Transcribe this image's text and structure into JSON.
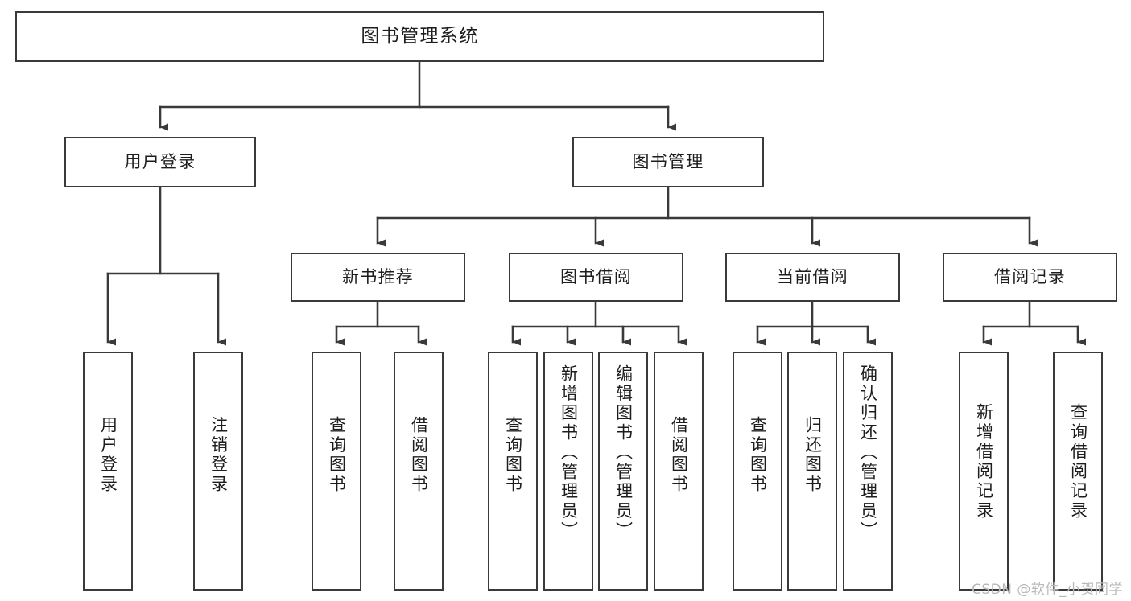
{
  "diagram": {
    "title": "图书管理系统",
    "type": "tree",
    "watermark": "CSDN @软件_小贺同学",
    "colors": {
      "box_border": "#3a3a3a",
      "box_fill": "#ffffff",
      "connector": "#3a3a3a",
      "text": "#1d1d1d",
      "watermark": "#b9b9b9",
      "background": "#ffffff"
    },
    "levels": {
      "level1": [
        {
          "id": "root",
          "label": "图书管理系统"
        }
      ],
      "level2": [
        {
          "id": "user-login",
          "label": "用户登录",
          "parent": "root"
        },
        {
          "id": "book-manage",
          "label": "图书管理",
          "parent": "root"
        }
      ],
      "level3": [
        {
          "id": "new-book-recommend",
          "label": "新书推荐",
          "parent": "book-manage"
        },
        {
          "id": "book-borrow",
          "label": "图书借阅",
          "parent": "book-manage"
        },
        {
          "id": "current-borrow",
          "label": "当前借阅",
          "parent": "book-manage"
        },
        {
          "id": "borrow-record",
          "label": "借阅记录",
          "parent": "book-manage"
        }
      ],
      "level4": [
        {
          "id": "leaf-user-login",
          "label": "用户登录",
          "parent": "user-login"
        },
        {
          "id": "leaf-logout",
          "label": "注销登录",
          "parent": "user-login"
        },
        {
          "id": "leaf-query-book-1",
          "label": "查询图书",
          "parent": "new-book-recommend"
        },
        {
          "id": "leaf-borrow-book-1",
          "label": "借阅图书",
          "parent": "new-book-recommend"
        },
        {
          "id": "leaf-query-book-2",
          "label": "查询图书",
          "parent": "book-borrow"
        },
        {
          "id": "leaf-add-book",
          "label": "新增图书（管理员）",
          "parent": "book-borrow"
        },
        {
          "id": "leaf-edit-book",
          "label": "编辑图书（管理员）",
          "parent": "book-borrow"
        },
        {
          "id": "leaf-borrow-book-2",
          "label": "借阅图书",
          "parent": "book-borrow"
        },
        {
          "id": "leaf-query-book-3",
          "label": "查询图书",
          "parent": "current-borrow"
        },
        {
          "id": "leaf-return-book",
          "label": "归还图书",
          "parent": "current-borrow"
        },
        {
          "id": "leaf-confirm-return",
          "label": "确认归还（管理员）",
          "parent": "current-borrow"
        },
        {
          "id": "leaf-add-record",
          "label": "新增借阅记录",
          "parent": "borrow-record"
        },
        {
          "id": "leaf-query-record",
          "label": "查询借阅记录",
          "parent": "borrow-record"
        }
      ]
    }
  }
}
